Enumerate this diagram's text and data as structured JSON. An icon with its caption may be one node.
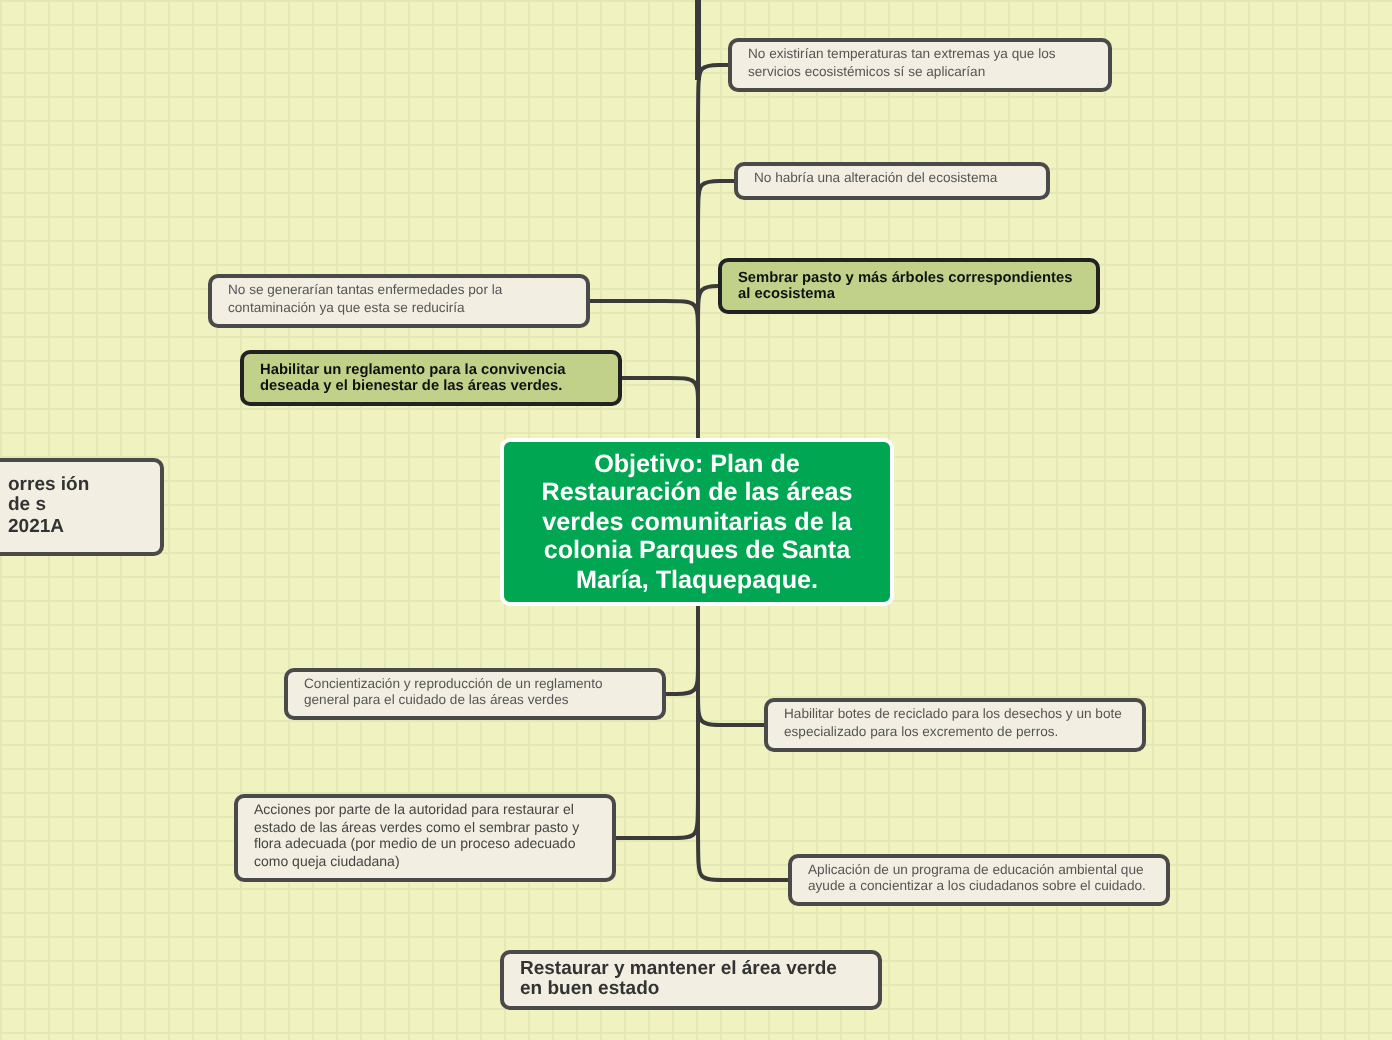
{
  "diagram": {
    "nodes": [
      {
        "text": [
          "Objetivo: Plan de Restauración de las áreas verdes comunitarias de la colonia Parques de Santa María, Tlaquepaque."
        ]
      },
      {
        "text": [
          "No existirían temperaturas tan extremas ya que los servicios ecosistémicos sí se aplicarían"
        ]
      },
      {
        "text": [
          "No habría una alteración del ecosistema"
        ]
      },
      {
        "text": [
          "Sembrar pasto y más árboles correspondientes al ecosistema"
        ]
      },
      {
        "text": [
          "No se generarían tantas enfermedades por la contaminación ya que esta se reduciría"
        ]
      },
      {
        "text": [
          "Habilitar un reglamento para la convivencia deseada y el bienestar de las áreas verdes."
        ]
      },
      {
        "text": [
          "orres ión de s 2021A"
        ]
      },
      {
        "text": [
          "Concientización y reproducción de un reglamento general para el cuidado de las áreas verdes"
        ]
      },
      {
        "text": [
          "Acciones por parte de la autoridad para restaurar el estado de las áreas verdes como el sembrar pasto y flora adecuada (por medio de un proceso adecuado como queja ciudadana)"
        ]
      },
      {
        "text": [
          "Habilitar botes de reciclado para los desechos y un bote especializado para los excremento de perros."
        ]
      },
      {
        "text": [
          "Aplicación de un programa de educación ambiental que ayude a concientizar a los ciudadanos sobre el cuidado."
        ]
      },
      {
        "text": [
          "Restaurar y mantener el área verde en buen estado"
        ]
      }
    ],
    "edges": [
      {
        "from": 0,
        "to": 1,
        "arrow": "none"
      },
      {
        "from": 0,
        "to": 2,
        "arrow": "none"
      },
      {
        "from": 0,
        "to": 3,
        "arrow": "none"
      },
      {
        "from": 0,
        "to": 4,
        "arrow": "none"
      },
      {
        "from": 0,
        "to": 5,
        "arrow": "none"
      },
      {
        "from": 0,
        "to": 7,
        "arrow": "none"
      },
      {
        "from": 0,
        "to": 8,
        "arrow": "none"
      },
      {
        "from": 0,
        "to": 9,
        "arrow": "none"
      },
      {
        "from": 0,
        "to": 10,
        "arrow": "none"
      }
    ]
  }
}
